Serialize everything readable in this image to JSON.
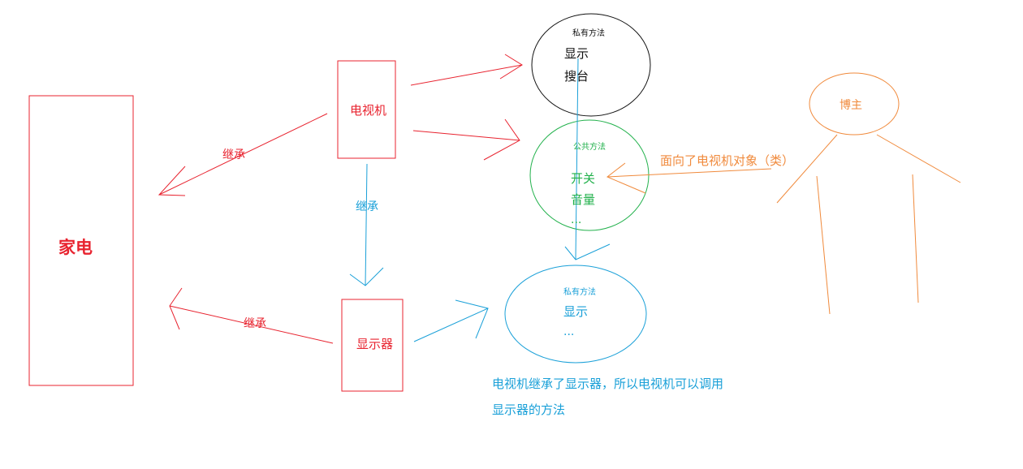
{
  "appliance": {
    "label": "家电"
  },
  "tv": {
    "label": "电视机",
    "inherit_label": "继承"
  },
  "display": {
    "label": "显示器",
    "inherit_label": "继承"
  },
  "tv_to_display_label": "继承",
  "private_tv": {
    "header": "私有方法",
    "items": [
      "显示",
      "搜台"
    ]
  },
  "public_tv": {
    "header": "公共方法",
    "items": [
      "开关",
      "音量",
      "..."
    ]
  },
  "private_display": {
    "header": "私有方法",
    "items": [
      "显示",
      "..."
    ]
  },
  "person": {
    "label": "博主",
    "annotation": "面向了电视机对象（类）"
  },
  "note": {
    "line1": "电视机继承了显示器，所以电视机可以调用",
    "line2": "显示器的方法"
  },
  "colors": {
    "red": "#e8232f",
    "green": "#22b14c",
    "blue": "#1aa0d8",
    "orange": "#f08a3c",
    "black": "#111111"
  }
}
